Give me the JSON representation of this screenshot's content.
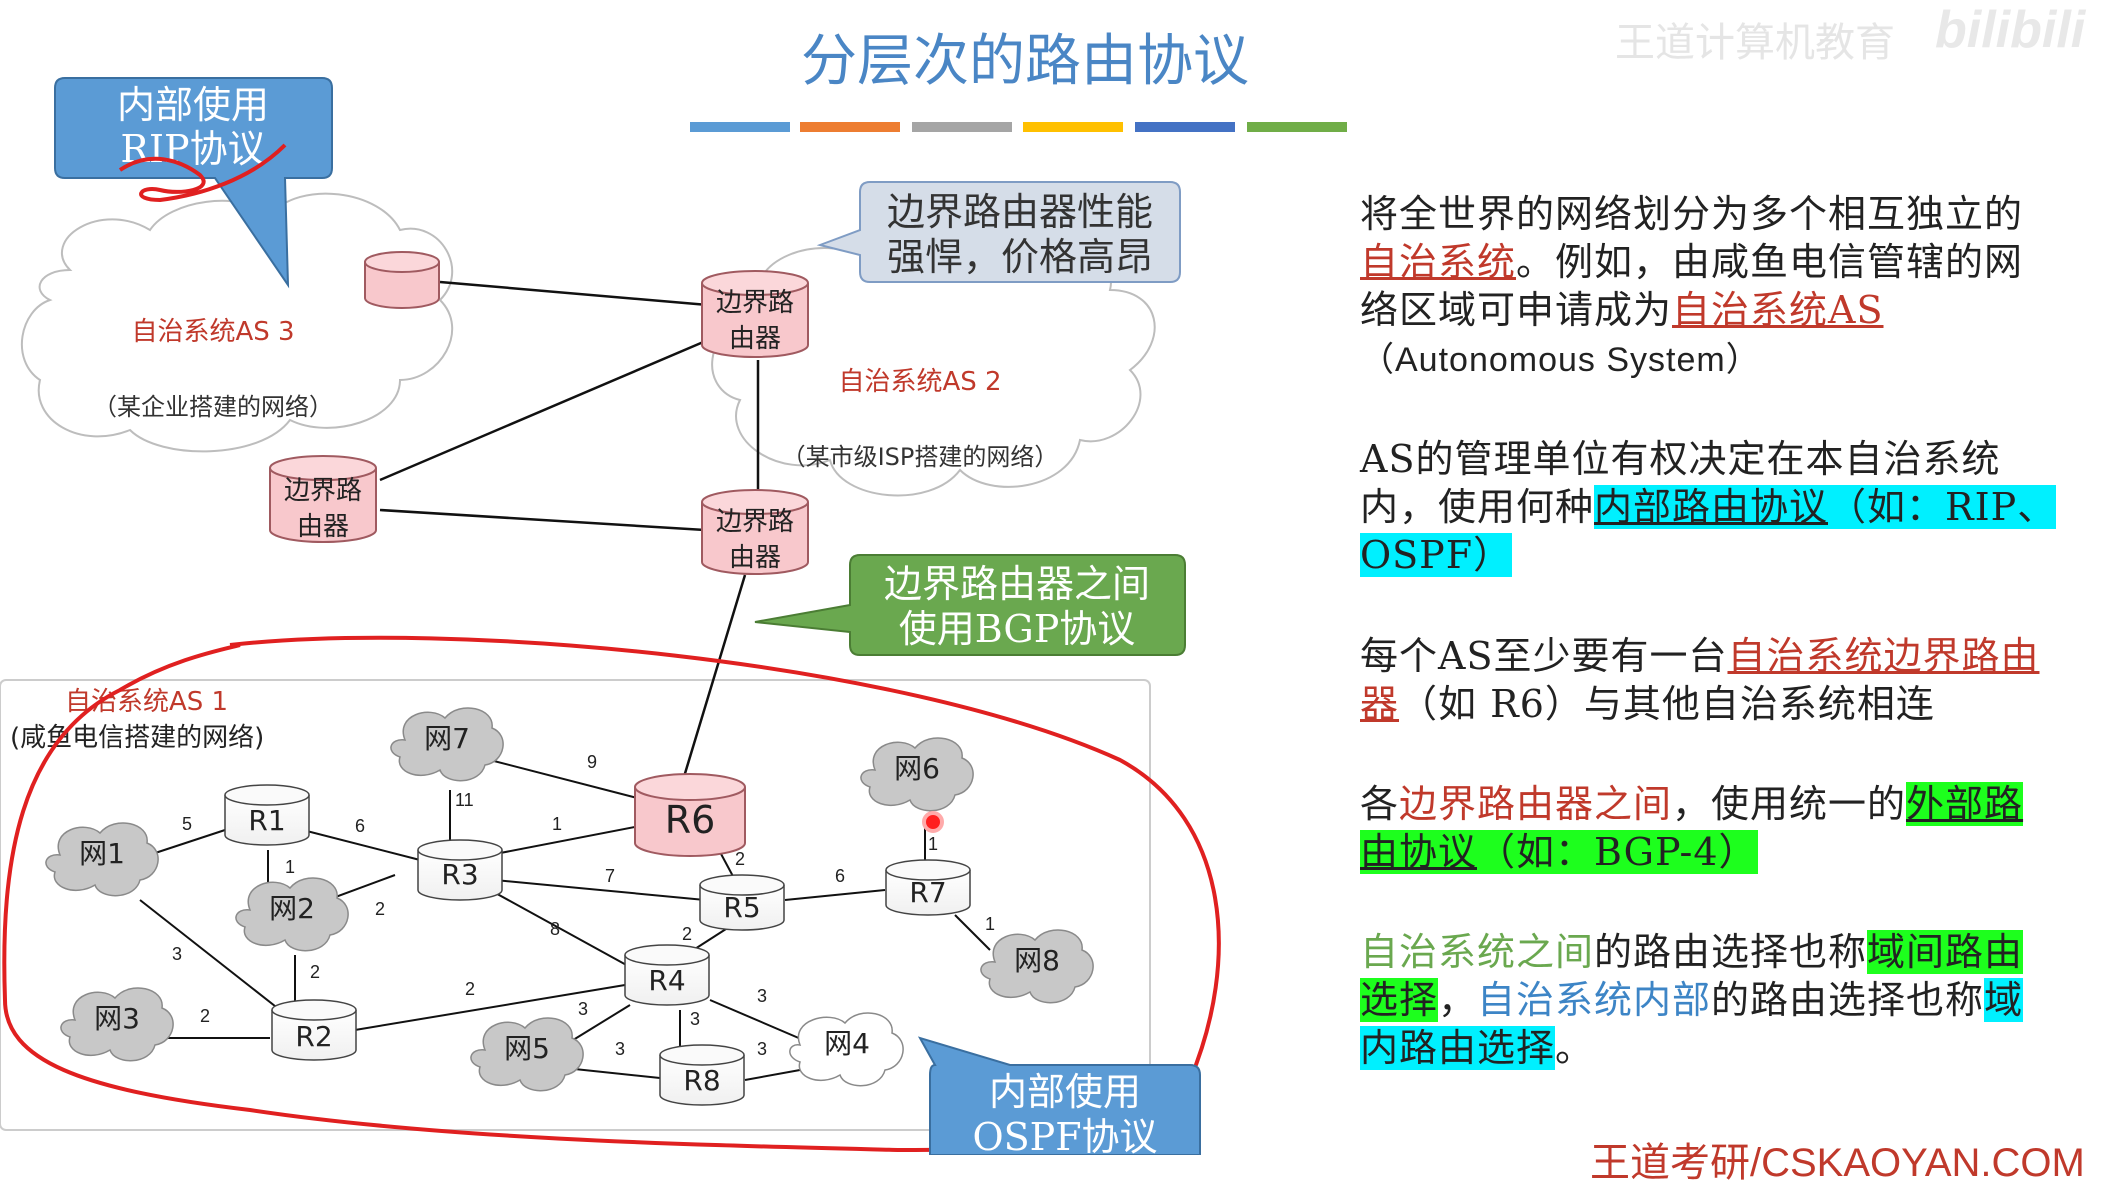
{
  "title": "分层次的路由协议",
  "title_bar_colors": [
    "#5b9bd5",
    "#ed7d31",
    "#a5a5a5",
    "#ffc000",
    "#4472c4",
    "#70ad47"
  ],
  "callouts": {
    "rip": [
      "内部使用",
      "RIP协议"
    ],
    "border_perf": [
      "边界路由器性能",
      "强悍，价格高昂"
    ],
    "bgp": [
      "边界路由器之间",
      "使用BGP协议"
    ],
    "ospf": [
      "内部使用",
      "OSPF协议"
    ]
  },
  "as3": {
    "name": "自治系统AS 3",
    "desc": "（某企业搭建的网络）"
  },
  "as2": {
    "name": "自治系统AS 2",
    "desc": "（某市级ISP搭建的网络）"
  },
  "as1": {
    "name": "自治系统AS 1",
    "desc": "(咸鱼电信搭建的网络)"
  },
  "border_router_label": [
    "边界路",
    "由器"
  ],
  "routers": [
    "R1",
    "R2",
    "R3",
    "R4",
    "R5",
    "R6",
    "R7",
    "R8"
  ],
  "networks": [
    "网1",
    "网2",
    "网3",
    "网4",
    "网5",
    "网6",
    "网7",
    "网8"
  ],
  "edge_weights": {
    "w1_r1": "5",
    "r1_r3": "6",
    "r1_w2": "1",
    "w7_r3": "11",
    "w7_r6": "9",
    "r3_r6": "1",
    "r3_w2": "2",
    "r6_r5": "2",
    "r3_r5": "7",
    "r5_r7": "6",
    "r7_w6": "1",
    "r7_w8": "1",
    "r3_r4": "8",
    "r5_r4": "2",
    "w1_r2": "3",
    "w2_r2": "2",
    "w3_r2": "2",
    "r2_r4": "2",
    "r4_w5": "3",
    "r4_r8": "3",
    "r4_w4": "3",
    "w5_r8": "3",
    "r8_w4": "3"
  },
  "paragraphs": {
    "p1": {
      "a": "将全世界的网络划分为多个相互独立的",
      "b": "自治系统",
      "c": "。例如，由咸鱼电信管辖的网络区域可申请成为",
      "d": "自治系统AS",
      "e": "（Autonomous System）"
    },
    "p2": {
      "a": "AS的管理单位有权决定在本自治系统内，使用何种",
      "b": "内部路由协议",
      "c": "（如：RIP、OSPF）"
    },
    "p3": {
      "a": "每个AS至少要有一台",
      "b": "自治系统边界路由器",
      "c": "（如 R6）与其他自治系统相连"
    },
    "p4": {
      "a": "各",
      "b": "边界路由器之间",
      "c": "，使用统一的",
      "d": "外部路由协议",
      "e": "（如：BGP-4）"
    },
    "p5": {
      "a": "自治系统之间",
      "b": "的路由选择也称",
      "c": "域间路由选择",
      "d": "，",
      "e": "自治系统内部",
      "f": "的路由选择也称",
      "g": "域内路由选择",
      "h": "。"
    }
  },
  "footer": "王道考研/CSKAOYAN.COM",
  "watermark": "王道计算机教育",
  "watermark2": "bilibili"
}
